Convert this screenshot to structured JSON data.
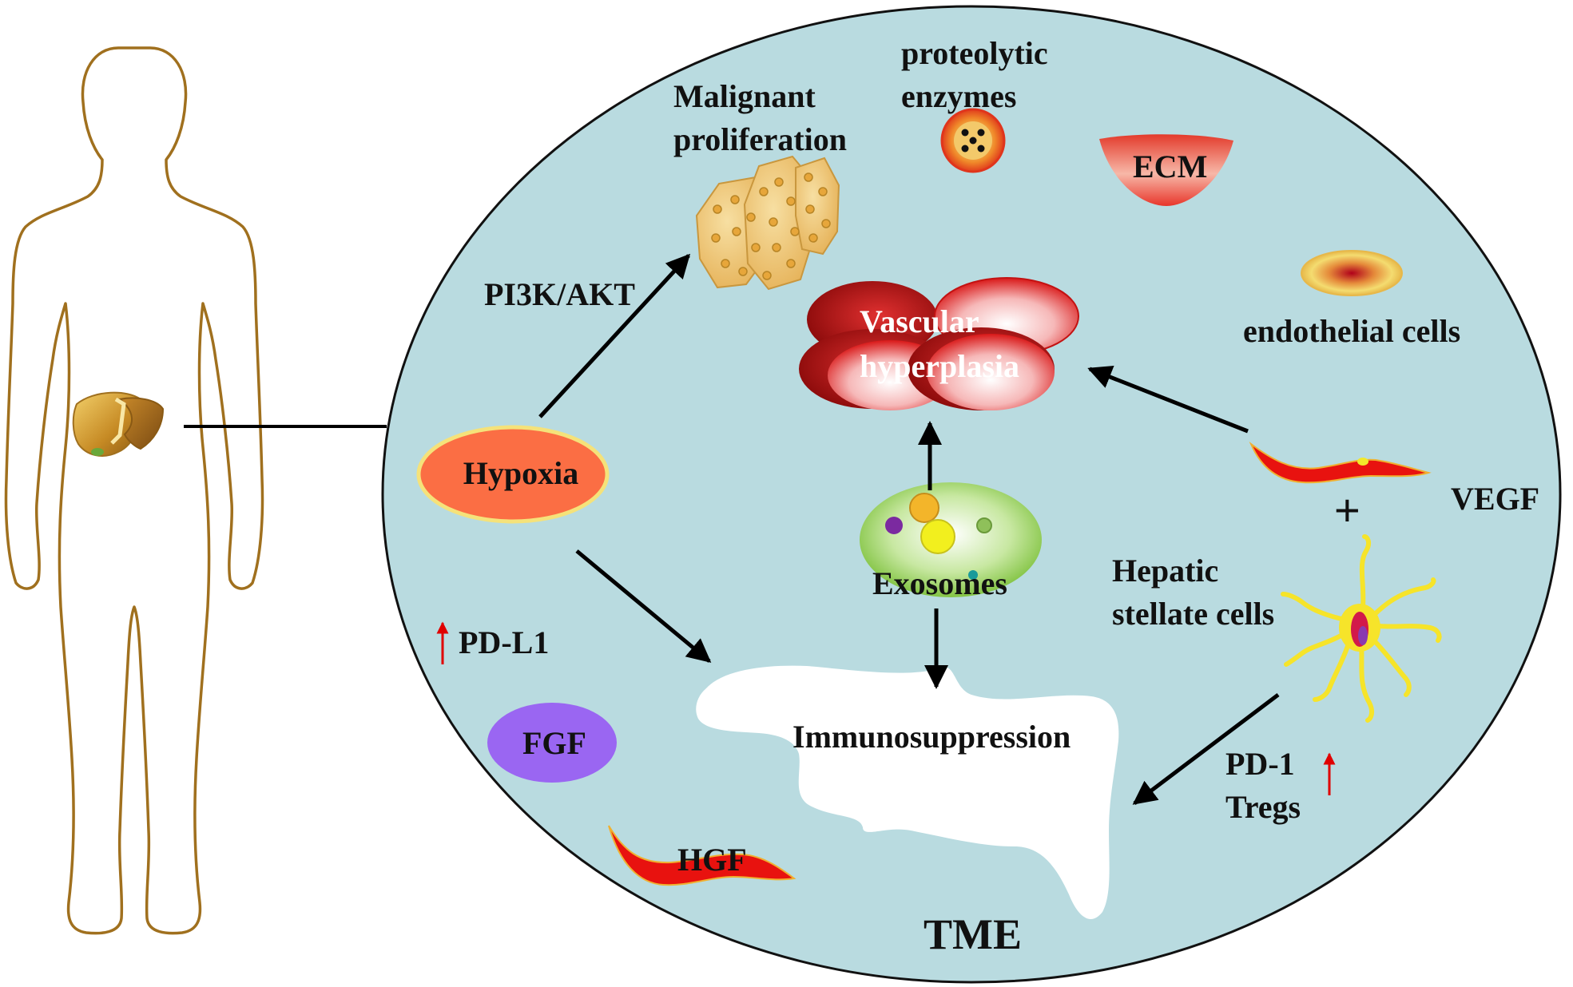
{
  "labels": {
    "malignant": "Malignant",
    "proliferation": "proliferation",
    "proteolytic": "proteolytic",
    "enzymes": "enzymes",
    "ecm": "ECM",
    "endothelial_cells": "endothelial cells",
    "pi3k_akt": "PI3K/AKT",
    "vascular": "Vascular",
    "hyperplasia": "hyperplasia",
    "hypoxia": "Hypoxia",
    "exosomes": "Exosomes",
    "vegf": "VEGF",
    "plus": "+",
    "hepatic": "Hepatic",
    "stellate_cells": "stellate cells",
    "pd_l1": "PD-L1",
    "fgf": "FGF",
    "immunosuppression": "Immunosuppression",
    "pd_1": "PD-1",
    "tregs": "Tregs",
    "hgf": "HGF",
    "tme": "TME"
  },
  "colors": {
    "tme_fill": "#b9dbe0",
    "body_outline": "#a0701e",
    "hypoxia_fill": "#fb6e44",
    "hypoxia_border": "#f5e27a",
    "fgf_fill": "#9a66f2",
    "red_accent": "#e8120f",
    "arrow": "#000000",
    "up_arrow": "#e00000"
  }
}
